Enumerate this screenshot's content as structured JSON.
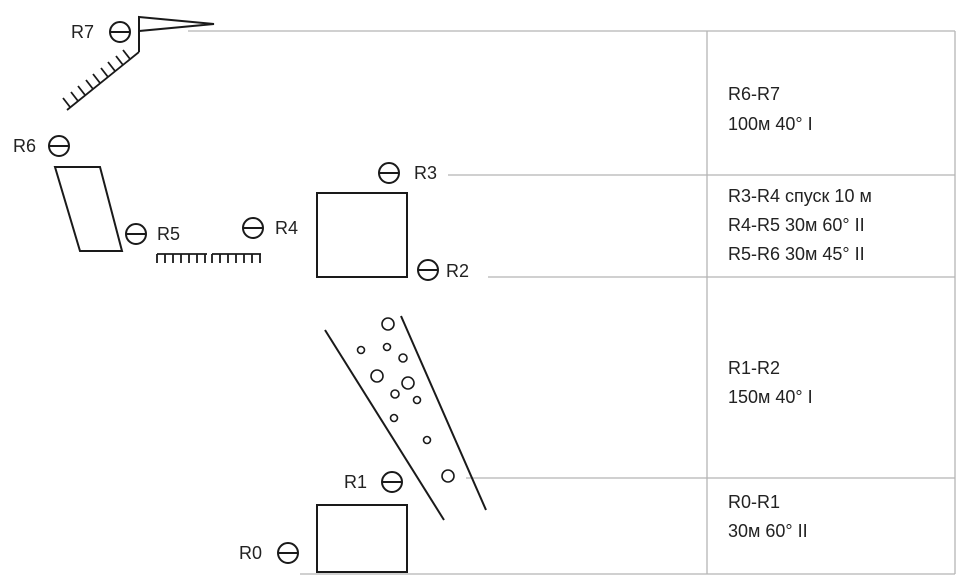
{
  "stations": {
    "r0": "R0",
    "r1": "R1",
    "r2": "R2",
    "r3": "R3",
    "r4": "R4",
    "r5": "R5",
    "r6": "R6",
    "r7": "R7"
  },
  "sections": {
    "r6_r7": {
      "title": "R6-R7",
      "detail": "100м 40°  I"
    },
    "r3_r6": {
      "line1": "R3-R4 спуск 10 м",
      "line2": "R4-R5 30м  60° II",
      "line3": "R5-R6 30м  45°  II"
    },
    "r1_r2": {
      "title": "R1-R2",
      "detail": "150м 40° I"
    },
    "r0_r1": {
      "title": "R0-R1",
      "detail": "30м 60° II"
    }
  }
}
